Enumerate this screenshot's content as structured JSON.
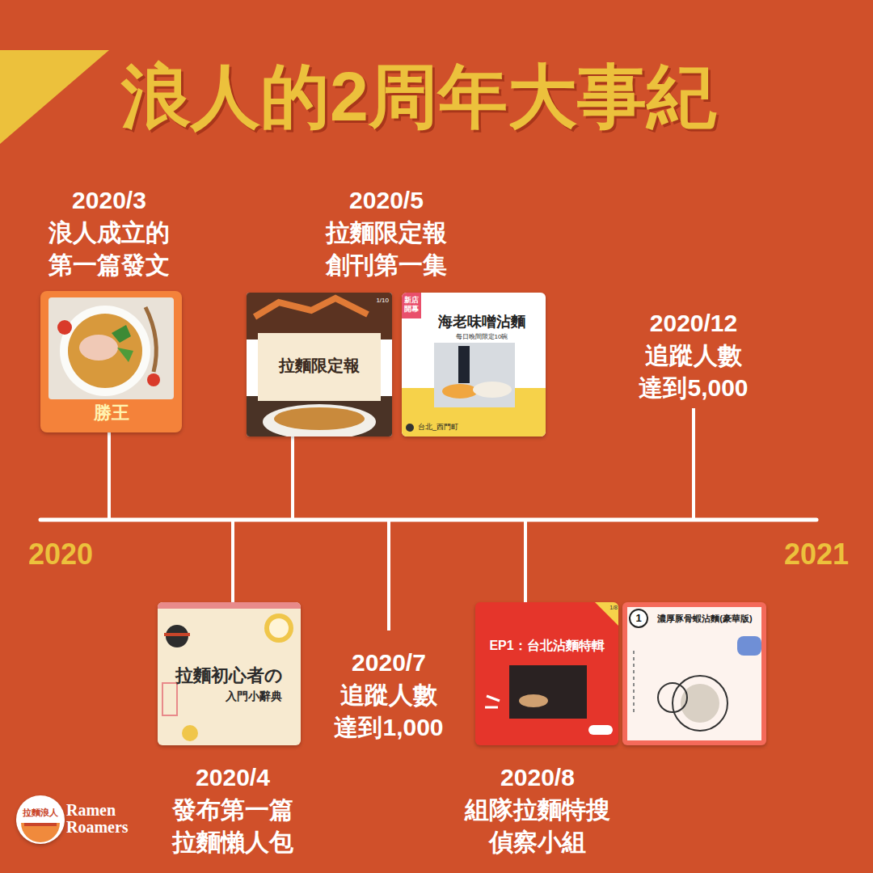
{
  "diagram": {
    "title": "浪人的2周年大事紀",
    "nodes": [
      {
        "text": [
          "勝王"
        ]
      },
      {
        "text": [
          "拉麵限定報",
          "1/10"
        ]
      },
      {
        "text": [
          "新店開幕",
          "海老味噌沾麵",
          "每日晚間限定10碗",
          "台北_西門町"
        ]
      },
      {
        "text": [
          "拉麵初心者の",
          "入門小辭典"
        ]
      },
      {
        "text": [
          "EP1：台北沾麵特輯",
          "1/8"
        ]
      },
      {
        "text": [
          "1",
          "濃厚豚骨蝦沾麵(豪華版)"
        ]
      },
      {
        "text": [
          "拉麵浪人",
          "Ramen Roamers"
        ]
      }
    ],
    "labels": [
      "2020/3 浪人成立的 第一篇發文",
      "2020/5 拉麵限定報 創刊第一集",
      "2020/12 追蹤人數 達到5,000",
      "2020",
      "2021",
      "2020/4 發布第一篇 拉麵懶人包",
      "2020/7 追蹤人數 達到1,000",
      "2020/8 組隊拉麵特搜 偵察小組"
    ]
  }
}
